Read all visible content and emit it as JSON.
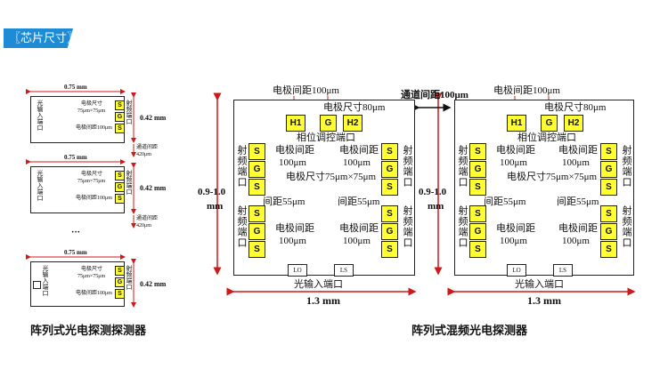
{
  "header": {
    "title": "〖芯片尺寸〗"
  },
  "left": {
    "caption": "阵列式光电探测探测器",
    "width": "0.75 mm",
    "height": "0.42 mm",
    "input": "光输入端口",
    "rf": "射频端口",
    "pad_size": "电极尺寸75μm×75μm",
    "pad_size_a": "电极尺寸",
    "pad_size_b": "75μm×75μm",
    "pad_gap": "电极间距100μm",
    "chan_gap_a": "通道间距",
    "chan_gap_b": "420μm",
    "ellipsis": "···",
    "pads": [
      "S",
      "G",
      "S"
    ]
  },
  "right": {
    "caption": "阵列式混频光电探测器",
    "channel_gap": "通道间距100μm",
    "pad_gap_top": "电极间距100μm",
    "pad_size_top": "电极尺寸80μm",
    "h1": "H1",
    "g": "G",
    "h2": "H2",
    "phase": "相位调控端口",
    "rf": "射频端口",
    "pad_gap_a": "电极间距",
    "pad_gap_b": "100μm",
    "pad_size_mid": "电极尺寸75μm×75μm",
    "spacing": "间距55μm",
    "lo": "LO",
    "ls": "LS",
    "input": "光输入端口",
    "width": "1.3 mm",
    "height_a": "0.9-1.0",
    "height_b": "mm",
    "s": "S"
  }
}
